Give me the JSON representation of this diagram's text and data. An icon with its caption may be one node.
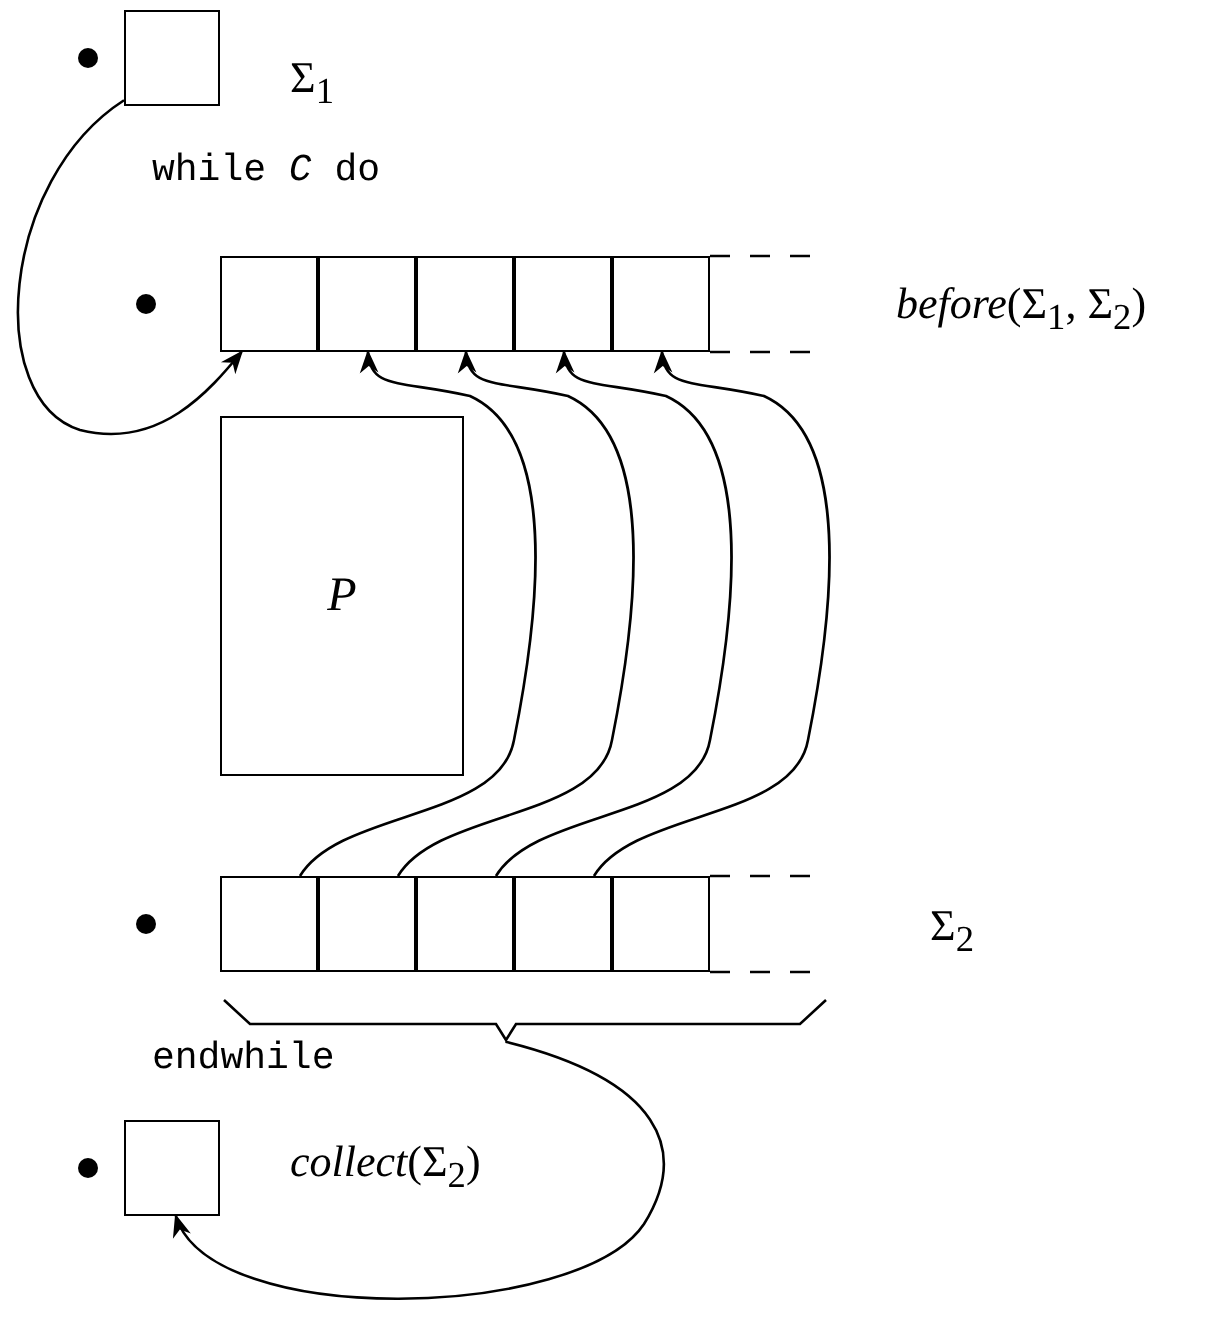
{
  "diagram": {
    "nodes": [
      {
        "text": [],
        "shape": "box"
      },
      {
        "text": [],
        "shape": "box"
      },
      {
        "text": [],
        "shape": "box"
      },
      {
        "text": [],
        "shape": "box"
      },
      {
        "text": [],
        "shape": "box"
      },
      {
        "text": [],
        "shape": "box"
      },
      {
        "text": [
          "P"
        ]
      },
      {
        "text": [],
        "shape": "box"
      },
      {
        "text": [],
        "shape": "box"
      },
      {
        "text": [],
        "shape": "box"
      },
      {
        "text": [],
        "shape": "box"
      },
      {
        "text": [],
        "shape": "box"
      },
      {
        "text": [],
        "shape": "brace"
      },
      {
        "text": [],
        "shape": "box"
      }
    ],
    "edges": [
      {
        "from": 0,
        "to": 1,
        "arrow": "to"
      },
      {
        "from": 7,
        "to": 2,
        "arrow": "to"
      },
      {
        "from": 8,
        "to": 3,
        "arrow": "to"
      },
      {
        "from": 9,
        "to": 4,
        "arrow": "to"
      },
      {
        "from": 10,
        "to": 5,
        "arrow": "to"
      },
      {
        "from": 12,
        "to": 13,
        "arrow": "to"
      }
    ],
    "labels": [
      "Σ$_{1}$",
      "while *C* do",
      "*before*(Σ$_{1}$, Σ$_{2}$)",
      "Σ$_{2}$",
      "endwhile",
      "*collect*(Σ$_{2}$)"
    ]
  }
}
